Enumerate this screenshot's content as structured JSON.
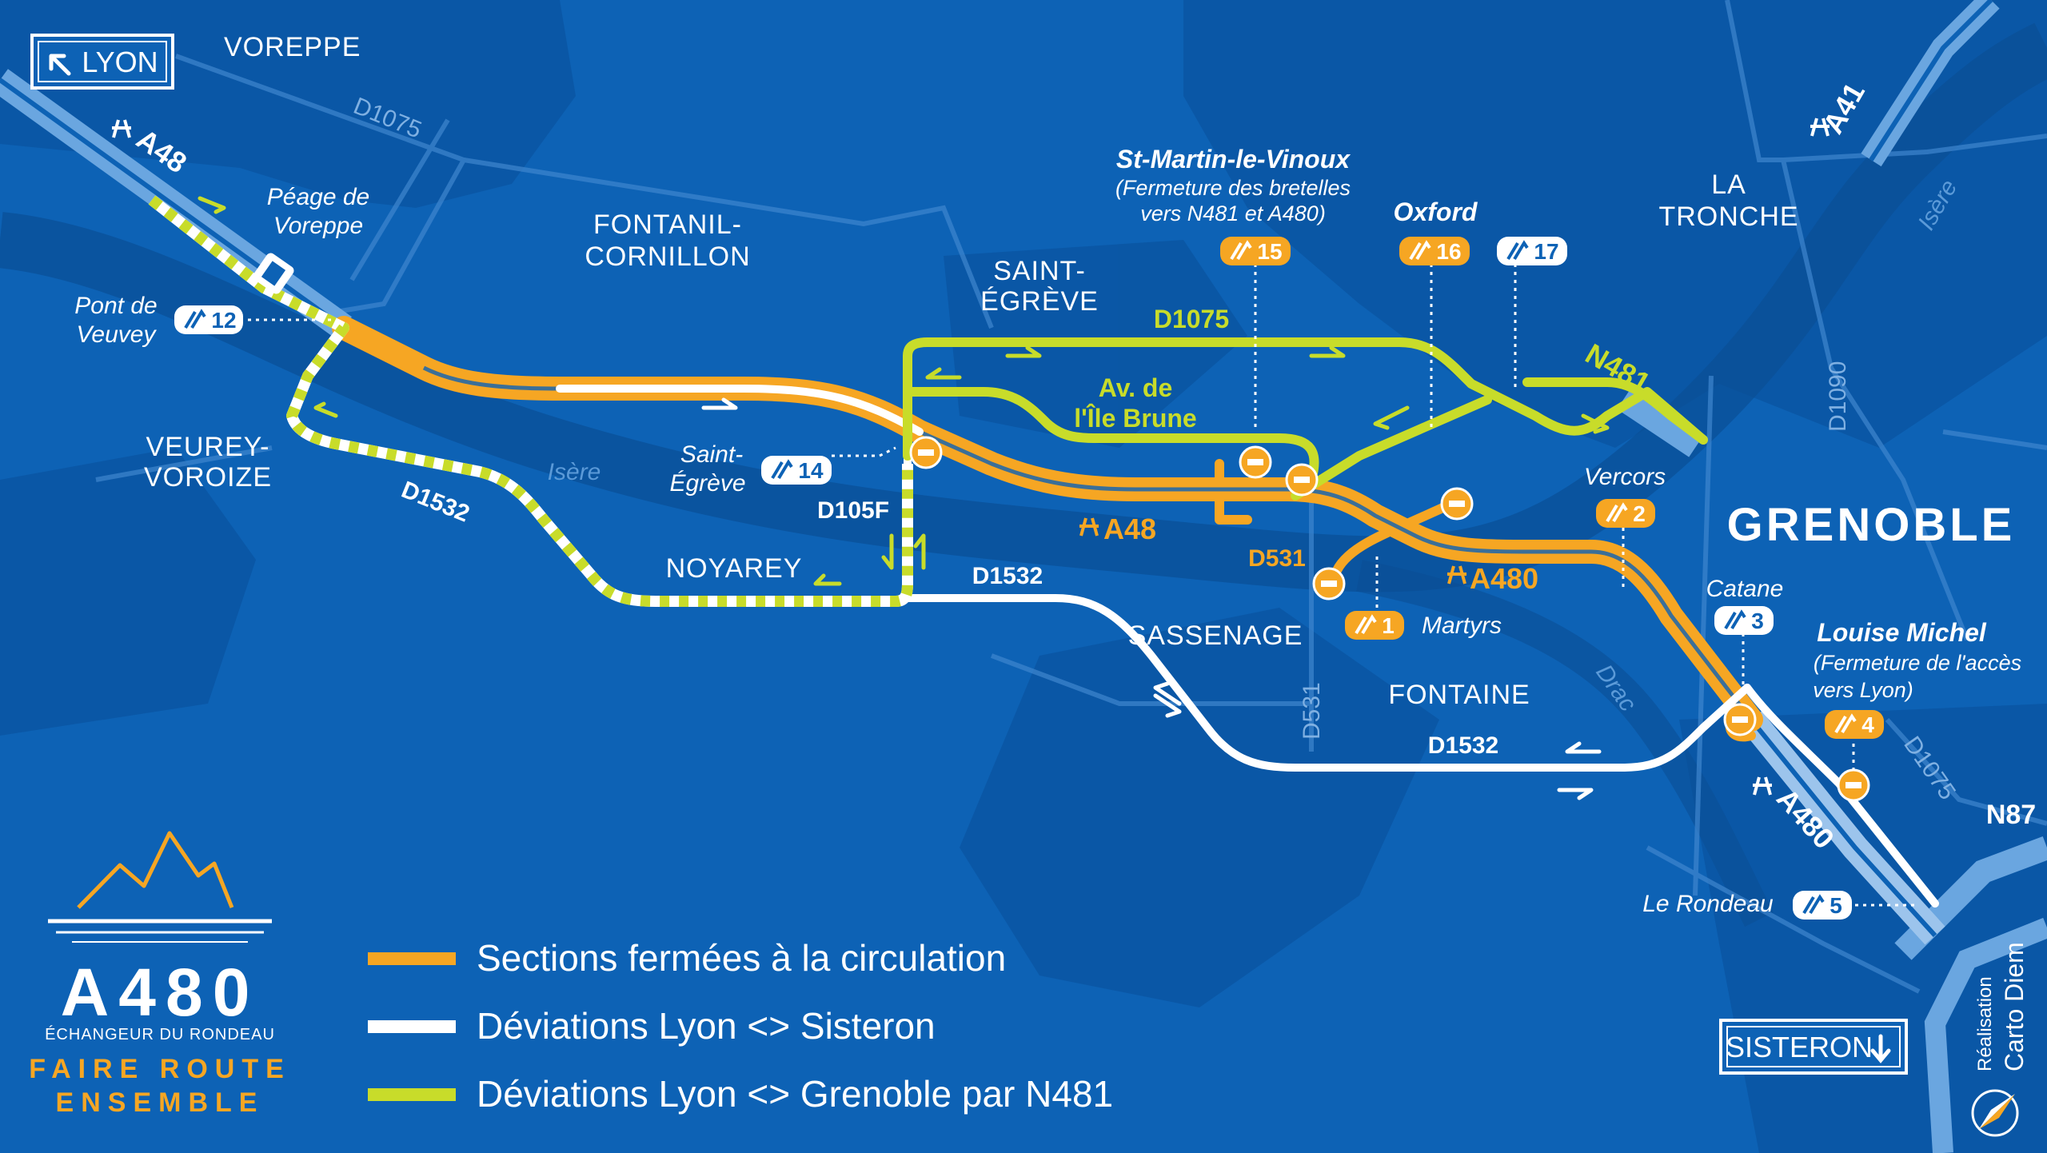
{
  "places": {
    "voreppe": "VOREPPE",
    "fontanil_1": "FONTANIL-",
    "fontanil_2": "CORNILLON",
    "saint_egreve_1": "SAINT-",
    "saint_egreve_2": "ÉGRÈVE",
    "la_tronche_1": "LA",
    "la_tronche_2": "TRONCHE",
    "veurey_1": "VEUREY-",
    "veurey_2": "VOROIZE",
    "noyarey": "NOYAREY",
    "sassenage": "SASSENAGE",
    "fontaine": "FONTAINE",
    "grenoble": "GRENOBLE"
  },
  "roads": {
    "d1075_top": "D1075",
    "d1075_yellow": "D1075",
    "d1075_right": "D1075",
    "d1532_left": "D1532",
    "d1532_mid": "D1532",
    "d1532_bottom": "D1532",
    "d105f": "D105F",
    "d531_orange": "D531",
    "d531_vertical": "D531",
    "d1090": "D1090",
    "av_ile_brune_1": "Av. de",
    "av_ile_brune_2": "l'Île Brune",
    "n481": "N481",
    "n87": "N87",
    "a48_top": "A48",
    "a48_mid": "A48",
    "a480_mid": "A480",
    "a480_bottom": "A480",
    "a41": "A41"
  },
  "rivers": {
    "isere_left": "Isère",
    "isere_right": "Isère",
    "drac": "Drac"
  },
  "labels": {
    "peage_1": "Péage de",
    "peage_2": "Voreppe",
    "pont_1": "Pont de",
    "pont_2": "Veuvey",
    "st_egreve_exit_1": "Saint-",
    "st_egreve_exit_2": "Égrève",
    "st_martin_title": "St-Martin-le-Vinoux",
    "st_martin_note_1": "(Fermeture des bretelles",
    "st_martin_note_2": "vers N481 et A480)",
    "oxford": "Oxford",
    "vercors": "Vercors",
    "catane": "Catane",
    "martyrs": "Martyrs",
    "louise_title": "Louise Michel",
    "louise_note_1": "(Fermeture de l'accès",
    "louise_note_2": "vers Lyon)",
    "le_rondeau": "Le Rondeau"
  },
  "exits": {
    "e12": "12",
    "e14": "14",
    "e15": "15",
    "e16": "16",
    "e17": "17",
    "e1": "1",
    "e2": "2",
    "e3": "3",
    "e4": "4",
    "e5": "5"
  },
  "directions": {
    "lyon": "LYON",
    "sisteron": "SISTERON"
  },
  "legend": {
    "closed": "Sections fermées à la circulation",
    "white_detour": "Déviations Lyon <> Sisteron",
    "green_detour": "Déviations Lyon <> Grenoble par N481"
  },
  "logo": {
    "title": "A480",
    "subtitle": "ÉCHANGEUR DU RONDEAU",
    "slogan_1": "FAIRE ROUTE",
    "slogan_2": "ENSEMBLE"
  },
  "credit": {
    "line_1": "Réalisation",
    "line_2": "Carto Diem"
  },
  "colors": {
    "background": "#0d62b5",
    "closed_orange": "#f6a623",
    "detour_white": "#ffffff",
    "detour_green": "#c8dc2a"
  }
}
